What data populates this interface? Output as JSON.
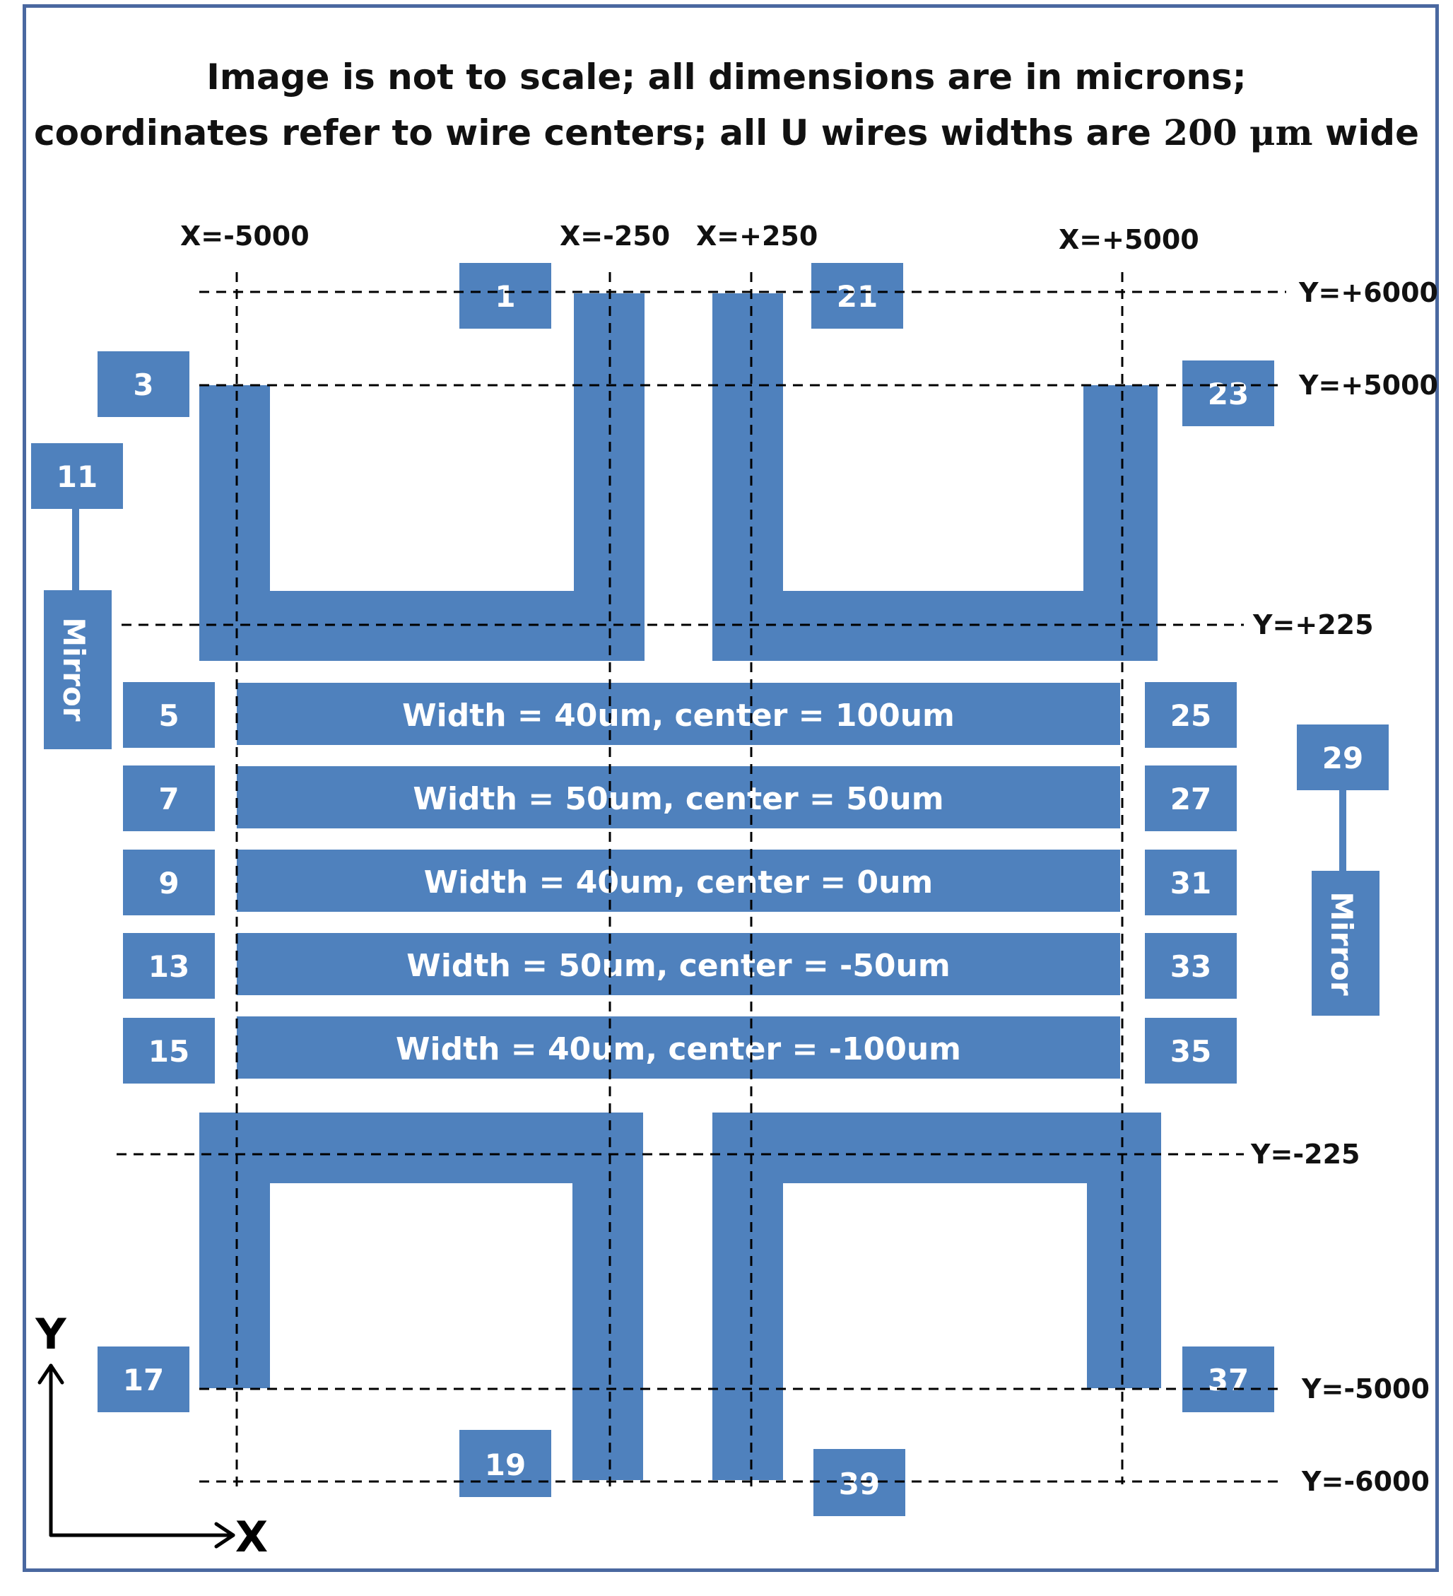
{
  "title": {
    "line1": "Image is not to scale; all dimensions are in microns;",
    "line2_prefix": "coordinates refer to wire centers; all U wires widths are ",
    "line2_value": "200 μm",
    "line2_suffix": " wide"
  },
  "x_labels": {
    "x1": "X=-5000",
    "x2": "X=-250",
    "x3": "X=+250",
    "x4": "X=+5000"
  },
  "y_labels": {
    "y1": "Y=+6000",
    "y2": "Y=+5000",
    "y3": "Y=+225",
    "y4": "Y=-225",
    "y5": "Y=-5000",
    "y6": "Y=-6000"
  },
  "pads": {
    "p1": "1",
    "p3": "3",
    "p5": "5",
    "p7": "7",
    "p9": "9",
    "p11": "11",
    "p13": "13",
    "p15": "15",
    "p17": "17",
    "p19": "19",
    "p21": "21",
    "p23": "23",
    "p25": "25",
    "p27": "27",
    "p29": "29",
    "p31": "31",
    "p33": "33",
    "p35": "35",
    "p37": "37",
    "p39": "39"
  },
  "mirror": {
    "left": "Mirror",
    "right": "Mirror"
  },
  "bars": {
    "b1": "Width  = 40um, center = 100um",
    "b2": "Width  = 50um, center = 50um",
    "b3": "Width  = 40um, center = 0um",
    "b4": "Width  = 50um, center = -50um",
    "b5": "Width  = 40um, center = -100um"
  },
  "axes": {
    "x": "X",
    "y": "Y"
  },
  "colors": {
    "wire": "#4f81bd",
    "frame": "#4a68a0"
  }
}
